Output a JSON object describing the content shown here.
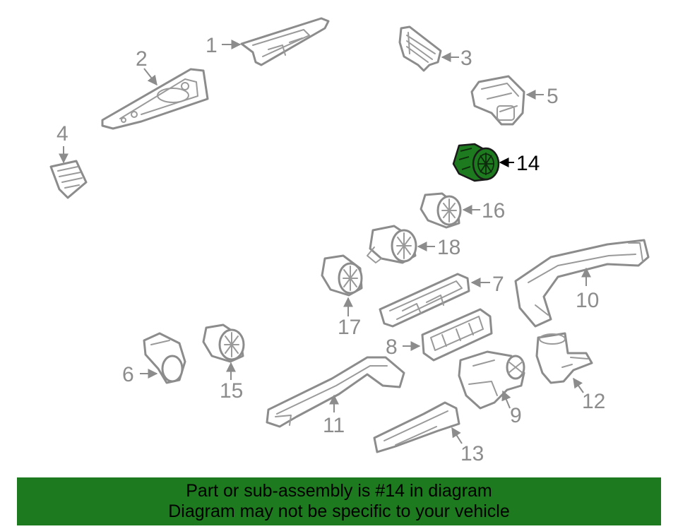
{
  "highlight": {
    "part": "14",
    "color": "#1e7a1e"
  },
  "callouts": {
    "c1": "1",
    "c2": "2",
    "c3": "3",
    "c4": "4",
    "c5": "5",
    "c6": "6",
    "c7": "7",
    "c8": "8",
    "c9": "9",
    "c10": "10",
    "c11": "11",
    "c12": "12",
    "c13": "13",
    "c14": "14",
    "c15": "15",
    "c16": "16",
    "c17": "17",
    "c18": "18"
  },
  "banner": {
    "line1": "Part or sub-assembly is #14 in diagram",
    "line2": "Diagram may not be specific to your vehicle"
  }
}
